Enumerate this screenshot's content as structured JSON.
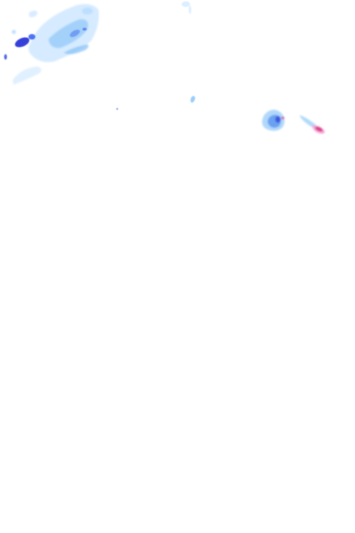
{
  "map": {
    "type": "precipitation-radar-overlay",
    "background_color": "#ffffff",
    "legend_visible": false,
    "labels_visible": false,
    "intensity_colors": {
      "very_light": "#dbeeff",
      "light": "#b7dcff",
      "moderate_light": "#8fc8f7",
      "moderate": "#5fa7f2",
      "heavy": "#2f5cf0",
      "very_heavy": "#2430d8",
      "mixed_light": "#f3a9d7",
      "mixed_heavy": "#d92f7a"
    },
    "echo_regions": [
      {
        "name": "northwest-rain-band",
        "dominant_intensity": "light",
        "peak_intensity": "very_heavy",
        "precipitation_type": "rain"
      },
      {
        "name": "east-central-rain-cell",
        "dominant_intensity": "moderate",
        "peak_intensity": "heavy",
        "precipitation_type": "rain"
      },
      {
        "name": "east-mixed-precip-streak",
        "dominant_intensity": "moderate_light",
        "peak_intensity": "mixed_heavy",
        "precipitation_type": "mixed"
      },
      {
        "name": "isolated-light-echoes",
        "dominant_intensity": "very_light",
        "peak_intensity": "light",
        "precipitation_type": "rain"
      }
    ]
  }
}
